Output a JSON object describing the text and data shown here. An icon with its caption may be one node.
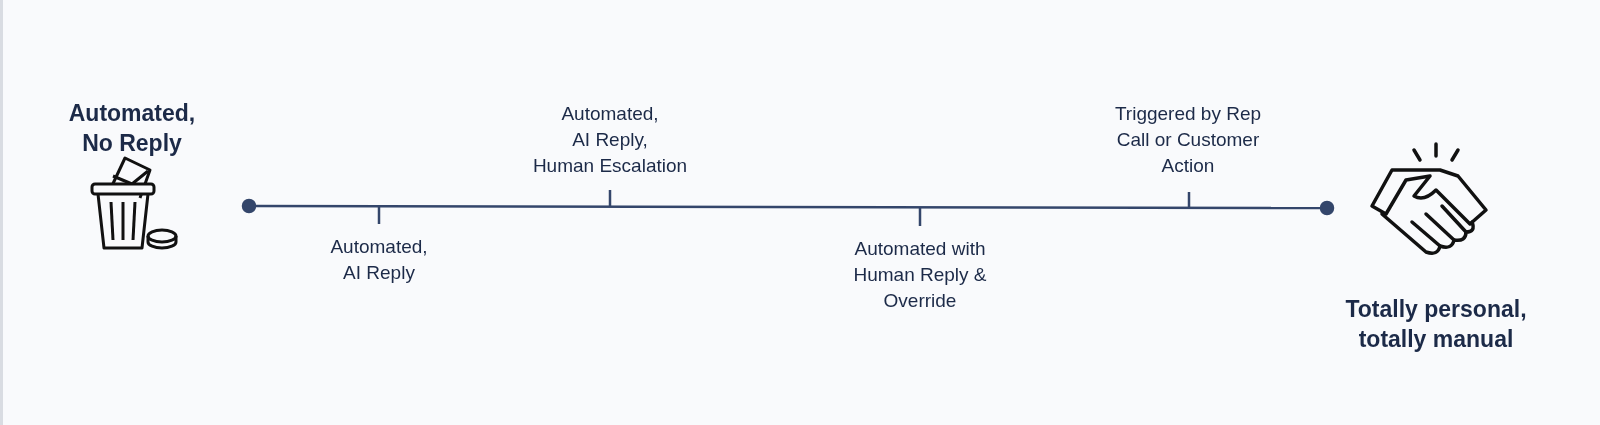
{
  "diagram": {
    "labels": [
      "Automated, No Reply",
      "Automated, AI Reply, Human Escalation",
      "Triggered by Rep Call or Customer Action",
      "Automated, AI Reply",
      "Automated with Human Reply & Override",
      "Totally personal, totally manual"
    ]
  }
}
